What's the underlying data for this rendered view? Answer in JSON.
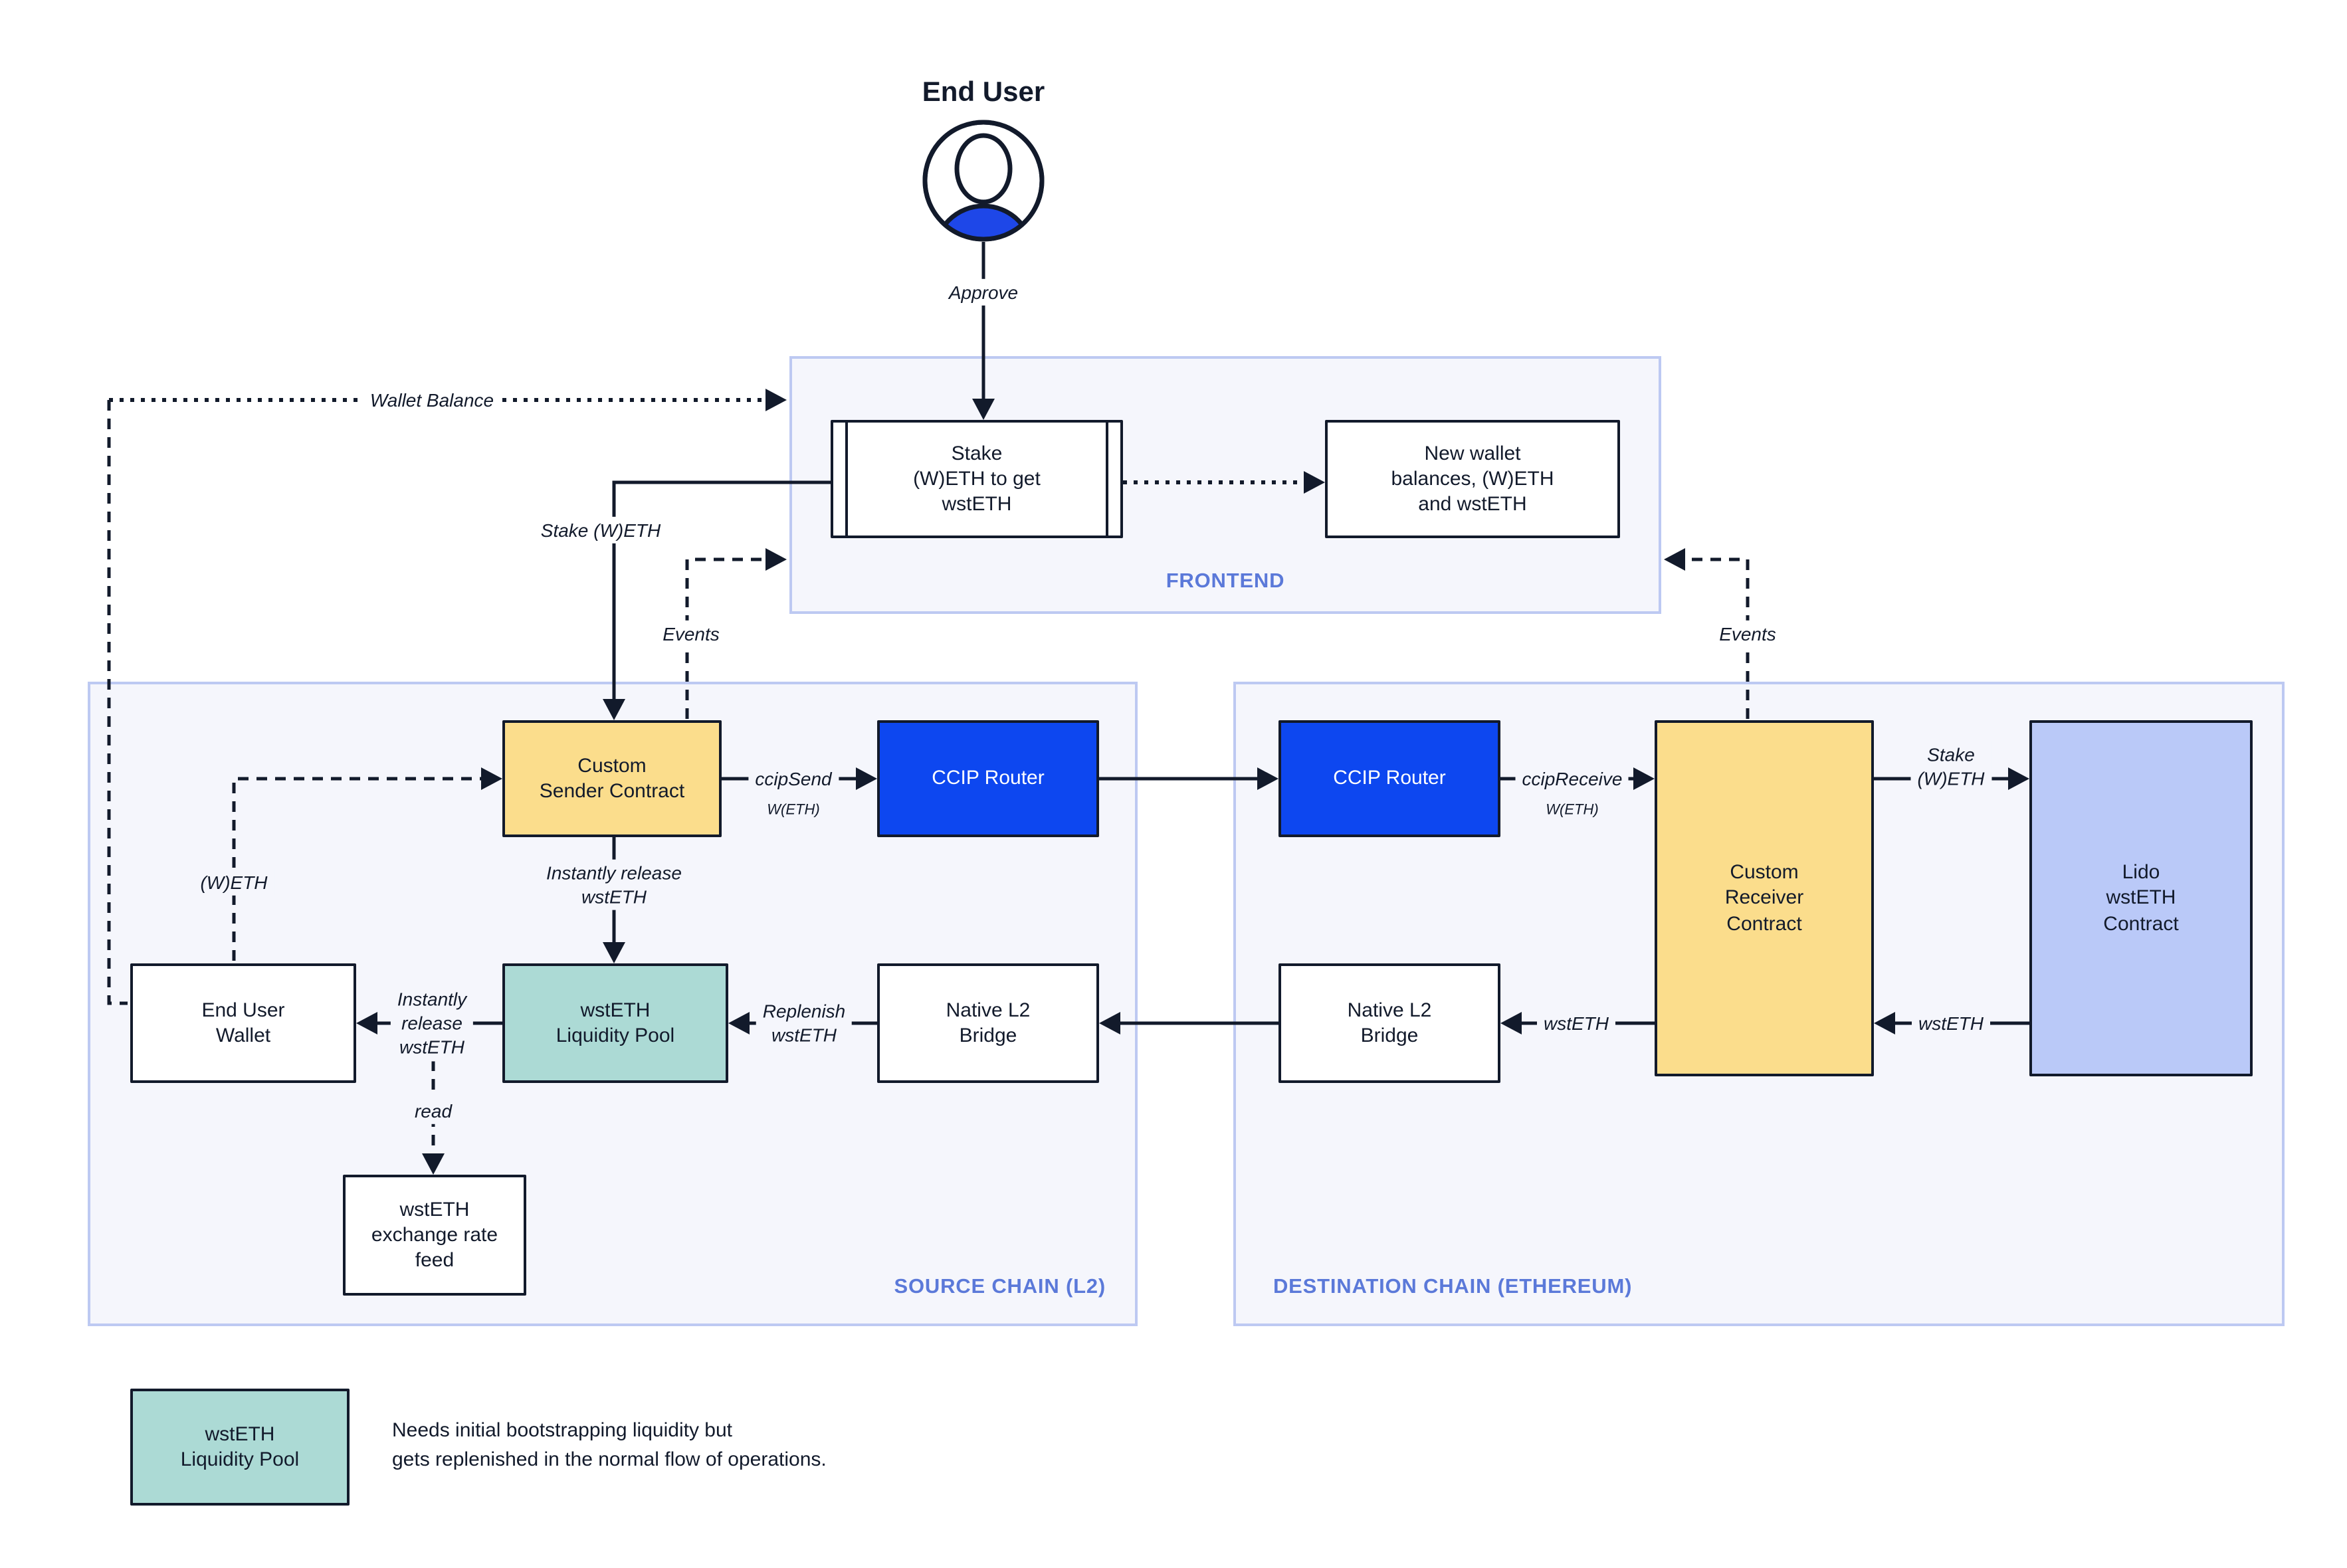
{
  "end_user": {
    "label": "End User"
  },
  "frontend": {
    "label": "FRONTEND",
    "stake_box": "Stake\n(W)ETH to get\nwstETH",
    "new_wallet_box": "New wallet\nbalances, (W)ETH\nand wstETH"
  },
  "source_chain": {
    "label": "SOURCE CHAIN (L2)",
    "custom_sender": "Custom\nSender Contract",
    "ccip_router": "CCIP Router",
    "native_bridge": "Native L2\nBridge",
    "liquidity_pool": "wstETH\nLiquidity Pool",
    "end_user_wallet": "End User\nWallet",
    "exchange_feed": "wstETH\nexchange rate\nfeed"
  },
  "destination_chain": {
    "label": "DESTINATION CHAIN (ETHEREUM)",
    "ccip_router": "CCIP Router",
    "custom_receiver": "Custom\nReceiver\nContract",
    "lido": "Lido\nwstETH\nContract",
    "native_bridge": "Native L2\nBridge"
  },
  "edge_labels": {
    "approve": "Approve",
    "wallet_balance": "Wallet Balance",
    "stake_weth": "Stake (W)ETH",
    "events_left": "Events",
    "events_right": "Events",
    "ccip_send": "ccipSend",
    "ccip_send_token": "W(ETH)",
    "ccip_receive": "ccipReceive",
    "ccip_receive_token": "W(ETH)",
    "stake_weth_right": "Stake\n(W)ETH",
    "wsteth_from_lido": "wstETH",
    "wsteth_to_bridge": "wstETH",
    "instantly_release_down": "Instantly release\nwstETH",
    "instantly_release_left": "Instantly\nrelease\nwstETH",
    "replenish": "Replenish\nwstETH",
    "weth": "(W)ETH",
    "read": "read"
  },
  "legend": {
    "box": "wstETH\nLiquidity Pool",
    "caption": "Needs initial bootstrapping liquidity but\ngets replenished in the normal flow of operations."
  },
  "colors": {
    "ink": "#121A2B",
    "node_yellow": "#FBDD8C",
    "node_teal": "#ACDAD5",
    "node_periwinkle": "#BAC9F8",
    "ccip_blue": "#0D47F0",
    "container_fill": "#F5F6FC",
    "container_border": "#BDC9F2",
    "container_label_blue": "#5B79D9",
    "user_icon_blue": "#1E47E8"
  }
}
